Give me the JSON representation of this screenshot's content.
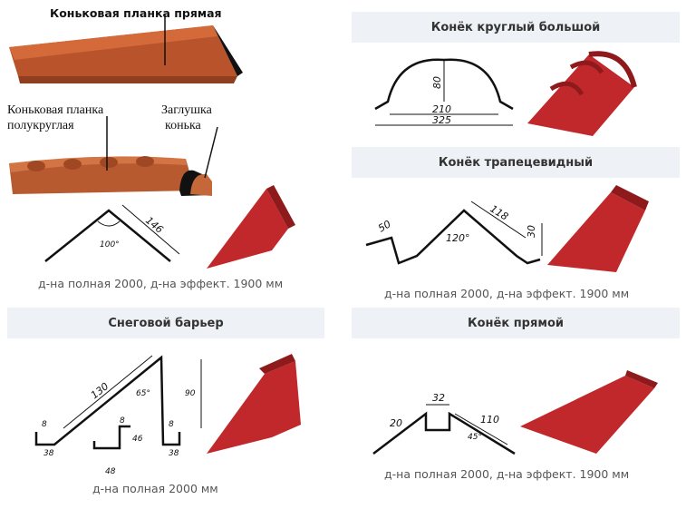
{
  "labels": {
    "straight": "Коньковая планка прямая",
    "semi_line1": "Коньковая планка",
    "semi_line2": "полукруглая",
    "cap_line1": "Заглушка",
    "cap_line2": "конька"
  },
  "panels": {
    "round": {
      "title": "Конёк круглый большой",
      "dims": {
        "height": "80",
        "inner": "210",
        "outer": "325"
      }
    },
    "trapezoid": {
      "title": "Конёк трапецевидный",
      "dims": {
        "a": "50",
        "b": "118",
        "c": "30",
        "angle": "120°"
      },
      "spec": "д-на полная 2000, д-на эффект. 1900 мм"
    },
    "simple": {
      "dims": {
        "side": "146",
        "angle": "100°"
      },
      "spec": "д-на полная 2000, д-на эффект. 1900 мм"
    },
    "snow": {
      "title": "Снеговой барьер",
      "dims": {
        "slope": "130",
        "angle": "65°",
        "height": "90",
        "s1": "8",
        "s2": "38",
        "s3": "8",
        "s4": "46",
        "s5": "48",
        "s6": "8",
        "s7": "38"
      },
      "spec": "д-на полная 2000 мм"
    },
    "straight": {
      "title": "Конёк прямой",
      "dims": {
        "top": "32",
        "side": "20",
        "slope": "110",
        "angle": "45°"
      },
      "spec": "д-на полная 2000, д-на эффект. 1900 мм"
    }
  },
  "colors": {
    "metal_red": "#c0282b",
    "metal_dark": "#8e1a1c",
    "terracotta": "#b4552d",
    "panel_bg": "#eef1f5"
  }
}
